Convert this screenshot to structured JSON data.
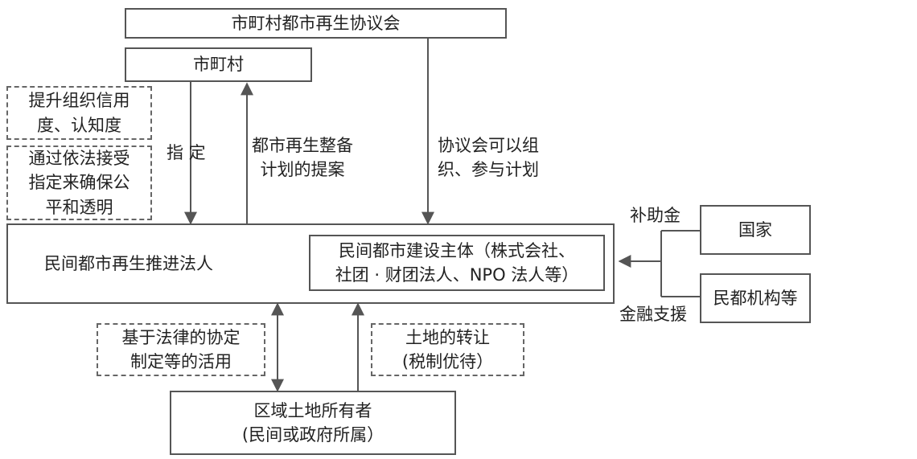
{
  "council": "市町村都市再生协议会",
  "municipality": "市町村",
  "dashed_note_1": [
    "提升组织信用",
    "度、认知度"
  ],
  "dashed_note_2": [
    "通过依法接受",
    "指定来确保公",
    "平和透明"
  ],
  "label_designate": "指 定",
  "label_proposal": [
    "都市再生整备",
    "计划的提案"
  ],
  "label_council_participation": [
    "协议会可以组",
    "织、参与计划"
  ],
  "main_entity": "民间都市再生推进法人",
  "private_builder": [
    "民间都市建设主体（株式会社、",
    "社团 · 财团法人、NPO 法人等）"
  ],
  "label_subsidy": "补助金",
  "label_financial_support": "金融支援",
  "state": "国家",
  "private_institutions": "民都机构等",
  "dashed_note_3": [
    "基于法律的协定",
    "制定等的活用"
  ],
  "dashed_note_4": [
    "土地的转让",
    "(税制优待）"
  ],
  "landowners": [
    "区域土地所有者",
    "(民间或政府所属）"
  ]
}
